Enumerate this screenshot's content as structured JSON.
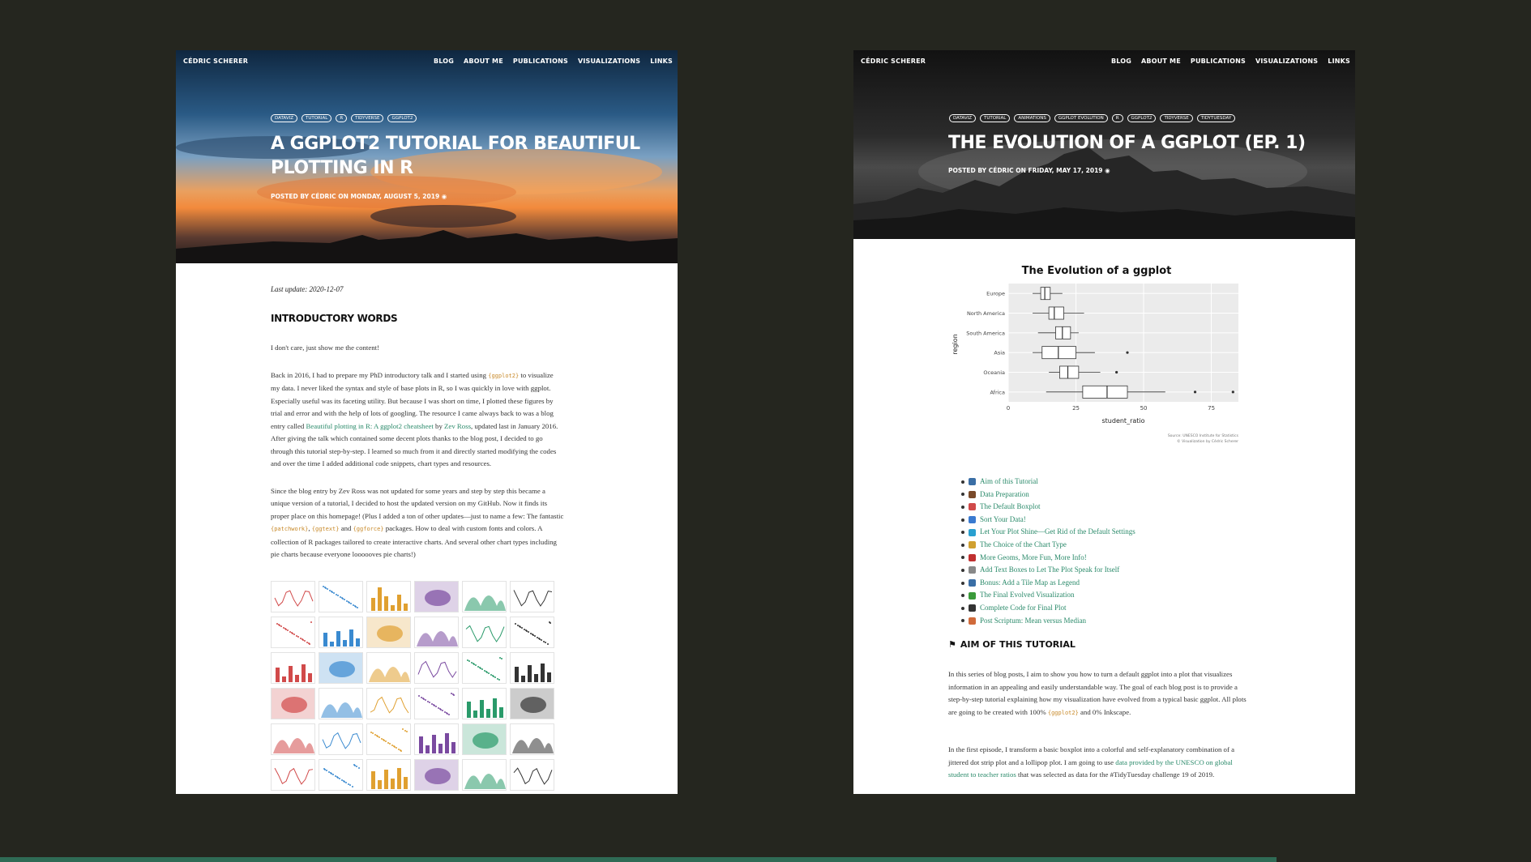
{
  "left": {
    "brand": "CÉDRIC SCHERER",
    "nav": [
      "BLOG",
      "ABOUT ME",
      "PUBLICATIONS",
      "VISUALIZATIONS",
      "LINKS"
    ],
    "tags": [
      "DATAVIZ",
      "TUTORIAL",
      "R",
      "TIDYVERSE",
      "GGPLOT2"
    ],
    "title_line1": "A GGPLOT2 TUTORIAL FOR BEAUTIFUL",
    "title_line2": "PLOTTING IN R",
    "meta": "POSTED BY CÉDRIC ON MONDAY, AUGUST 5, 2019",
    "updated": "Last update: 2020-12-07",
    "heading": "INTRODUCTORY WORDS",
    "skip_link": "I don't care, just show me the content!",
    "p1_a": "Back in 2016, I had to prepare my PhD introductory talk and I started using",
    "p1_code": "{ggplot2}",
    "p1_b": "to visualize my data. I never liked the syntax and style of base plots in R, so I was quickly in love with ggplot. Especially useful was its faceting utility. But because I was short on time, I plotted these figures by trial and error and with the help of lots of googling. The resource I came always back to was a blog entry called",
    "p1_link1": "Beautiful plotting in R: A ggplot2 cheatsheet",
    "p1_by": "by",
    "p1_link2": "Zev Ross",
    "p1_c": ", updated last in January 2016. After giving the talk which contained some decent plots thanks to the blog post, I decided to go through this tutorial step-by-step. I learned so much from it and directly started modifying the codes and over the time I added additional code snippets, chart types and resources.",
    "p2_a": "Since the blog entry by Zev Ross was not updated for some years and step by step this became a unique version of a tutorial, I decided to host the updated version on my GitHub. Now it finds its proper place on this homepage! (Plus I added a ton of other updates—just to name a few: The fantastic",
    "p2_code1": "{patchwork}",
    "p2_comma": ",",
    "p2_code2": "{ggtext}",
    "p2_and": "and",
    "p2_code3": "{ggforce}",
    "p2_b": "packages. How to deal with custom fonts and colors. A collection of R packages tailored to create interactive charts. And several other chart types including pie charts because everyone loooooves pie charts!)"
  },
  "right": {
    "brand": "CÉDRIC SCHERER",
    "nav": [
      "BLOG",
      "ABOUT ME",
      "PUBLICATIONS",
      "VISUALIZATIONS",
      "LINKS"
    ],
    "tags": [
      "DATAVIZ",
      "TUTORIAL",
      "ANIMATIONS",
      "GGPLOT EVOLUTION",
      "R",
      "GGPLOT2",
      "TIDYVERSE",
      "TIDYTUESDAY"
    ],
    "title": "THE EVOLUTION OF A GGPLOT (EP. 1)",
    "meta": "POSTED BY CÉDRIC ON FRIDAY, MAY 17, 2019",
    "chart_caption": "Source: UNESCO Institute for Statistics",
    "chart_caption2": "© Visualization by Cédric Scherer",
    "toc": [
      {
        "label": "Aim of this Tutorial",
        "color": "#3a6ea5"
      },
      {
        "label": "Data Preparation",
        "color": "#7a4a2a"
      },
      {
        "label": "The Default Boxplot",
        "color": "#d04a4a"
      },
      {
        "label": "Sort Your Data!",
        "color": "#3a7ad0"
      },
      {
        "label": "Let Your Plot Shine—Get Rid of the Default Settings",
        "color": "#2aa0d0"
      },
      {
        "label": "The Choice of the Chart Type",
        "color": "#d0a030"
      },
      {
        "label": "More Geoms, More Fun, More Info!",
        "color": "#c03030"
      },
      {
        "label": "Add Text Boxes to Let The Plot Speak for Itself",
        "color": "#888888"
      },
      {
        "label": "Bonus: Add a Tile Map as Legend",
        "color": "#3a6ea5"
      },
      {
        "label": "The Final Evolved Visualization",
        "color": "#3a9a3a"
      },
      {
        "label": "Complete Code for Final Plot",
        "color": "#333333"
      },
      {
        "label": "Post Scriptum: Mean versus Median",
        "color": "#d06a3a"
      }
    ],
    "heading": "AIM OF THIS TUTORIAL",
    "p1_a": "In this series of blog posts, I aim to show you how to turn a default ggplot into a plot that visualizes information in an appealing and easily understandable way. The goal of each blog post is to provide a step-by-step tutorial explaining how my visualization have evolved from a typical basic ggplot. All plots are going to be created with 100%",
    "p1_code": "{ggplot2}",
    "p1_b": "and 0% Inkscape.",
    "p2_a": "In the first episode, I transform a basic boxplot into a colorful and self-explanatory combination of a jittered dot strip plot and a lollipop plot. I am going to use",
    "p2_link": "data provided by the UNESCO on global student to teacher ratios",
    "p2_b": "that was selected as data for the #TidyTuesday challenge 19 of 2019."
  },
  "chart_data": {
    "type": "boxplot",
    "title": "The Evolution of a ggplot",
    "xlabel": "student_ratio",
    "ylabel": "region",
    "xlim": [
      0,
      85
    ],
    "xticks": [
      0,
      25,
      50,
      75
    ],
    "grid": true,
    "categories": [
      "Europe",
      "North America",
      "South America",
      "Asia",
      "Oceania",
      "Africa"
    ],
    "boxes": [
      {
        "min": 9,
        "q1": 12,
        "median": 13.5,
        "q3": 15.5,
        "max": 20,
        "outliers": []
      },
      {
        "min": 9,
        "q1": 15,
        "median": 17,
        "q3": 20.5,
        "max": 28,
        "outliers": []
      },
      {
        "min": 11,
        "q1": 17.5,
        "median": 20,
        "q3": 23,
        "max": 26,
        "outliers": []
      },
      {
        "min": 9,
        "q1": 12.5,
        "median": 18.5,
        "q3": 25,
        "max": 32,
        "outliers": [
          44
        ]
      },
      {
        "min": 15,
        "q1": 19,
        "median": 22,
        "q3": 26,
        "max": 34,
        "outliers": [
          40
        ]
      },
      {
        "min": 14,
        "q1": 27.5,
        "median": 36.5,
        "q3": 44,
        "max": 58,
        "outliers": [
          69,
          83
        ]
      }
    ]
  }
}
